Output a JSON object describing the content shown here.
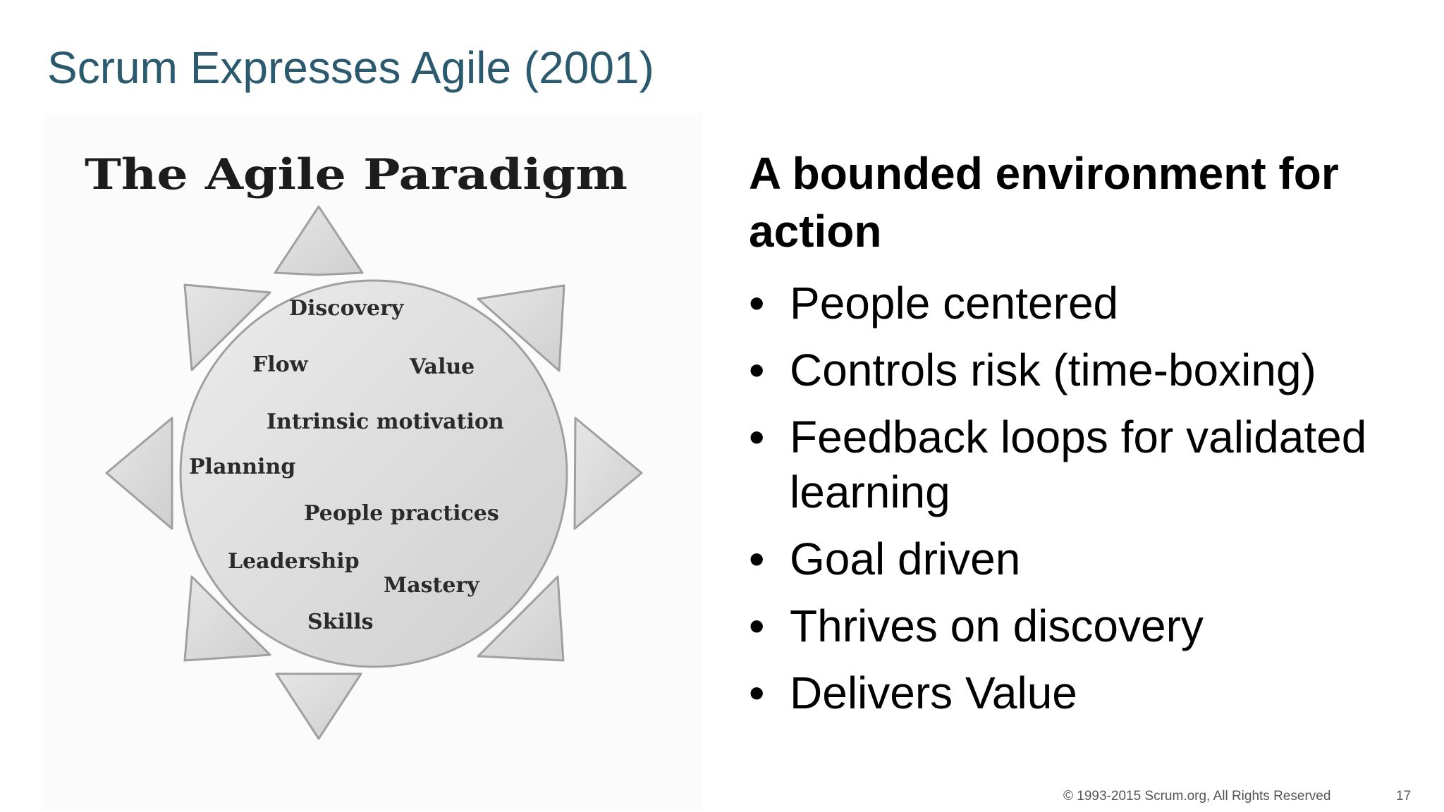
{
  "slide": {
    "title": "Scrum Expresses Agile (2001)",
    "diagram": {
      "title": "The Agile Paradigm",
      "words": [
        "Discovery",
        "Flow",
        "Value",
        "Intrinsic motivation",
        "Planning",
        "People practices",
        "Leadership",
        "Mastery",
        "Skills"
      ]
    },
    "content": {
      "heading": "A bounded environment for action",
      "bullet_symbol": "•",
      "bullets": [
        "People centered",
        "Controls risk (time-boxing)",
        "Feedback loops for validated learning",
        "Goal driven",
        "Thrives on discovery",
        "Delivers Value"
      ]
    },
    "footer": {
      "copyright": "© 1993-2015 Scrum.org, All Rights Reserved",
      "page_number": "17"
    }
  },
  "colors": {
    "title": "#2b5a6e",
    "diagram_fill": "#dedede",
    "diagram_stroke": "#a0a0a0"
  }
}
